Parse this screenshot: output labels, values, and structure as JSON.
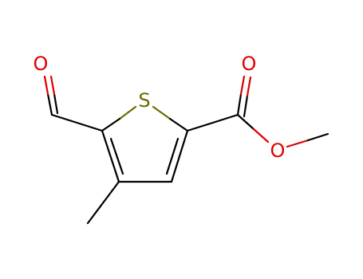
{
  "molecule": {
    "atoms": {
      "S": {
        "label": "S",
        "color": "#6b6b00"
      },
      "O_aldehyde": {
        "label": "O",
        "color": "#e00000"
      },
      "O_carbonyl": {
        "label": "O",
        "color": "#e00000"
      },
      "O_ester": {
        "label": "O",
        "color": "#e00000"
      }
    }
  }
}
